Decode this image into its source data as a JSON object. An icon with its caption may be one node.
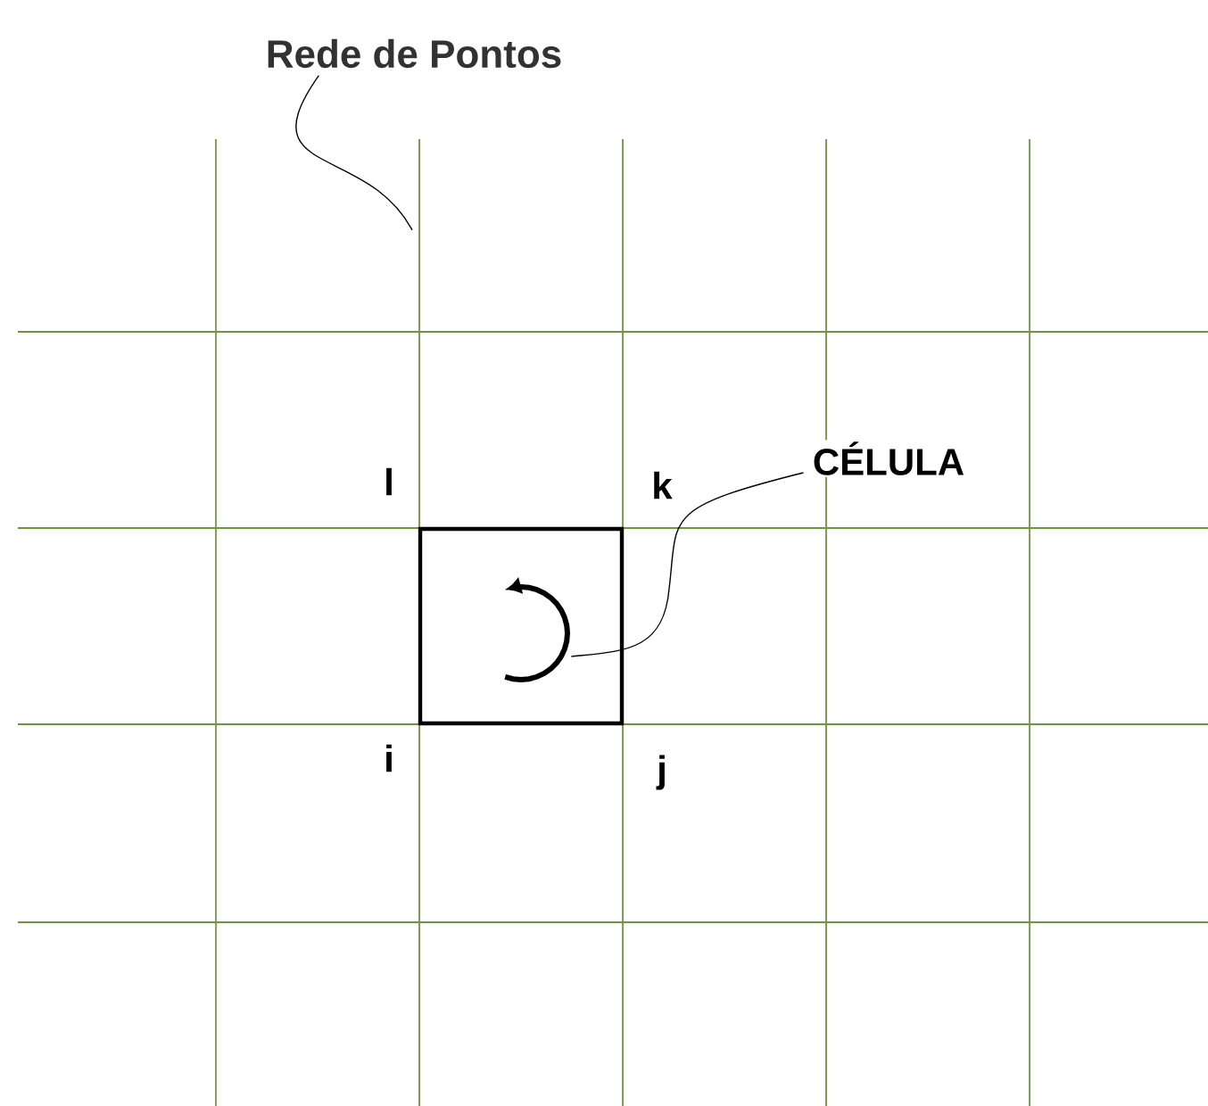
{
  "diagram": {
    "nodes": [
      {
        "text": [
          "Rede de Pontos"
        ]
      },
      {
        "text": [
          "CÉLULA"
        ]
      },
      {
        "text": [],
        "shape": "box"
      },
      {
        "text": [],
        "shape": "arc",
        "in": 2
      }
    ],
    "edges": [
      {
        "from": 0,
        "to": null,
        "arrow": "none"
      },
      {
        "from": 1,
        "to": 3,
        "arrow": "none"
      }
    ],
    "labels": [
      "l",
      "k",
      "i",
      "j"
    ]
  }
}
